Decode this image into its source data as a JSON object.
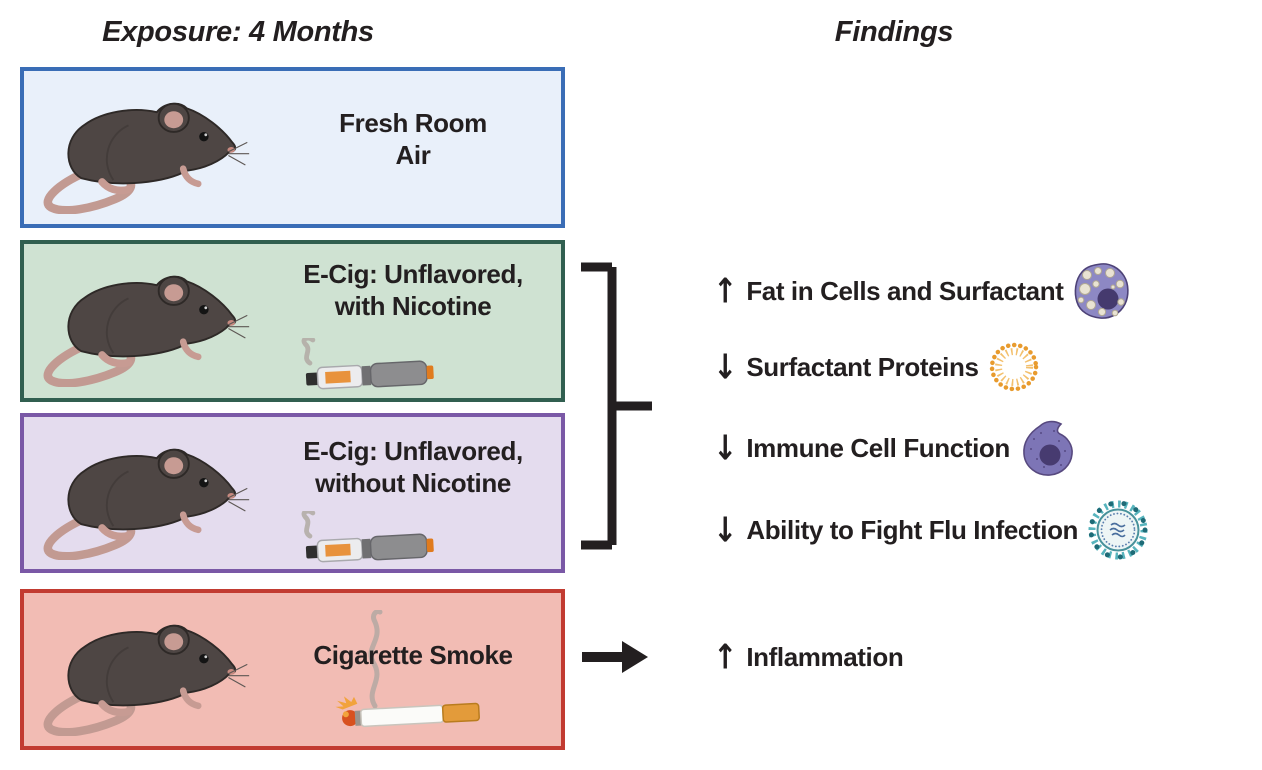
{
  "header": {
    "exposure_title": "Exposure: 4 Months",
    "findings_title": "Findings"
  },
  "exposure_groups": [
    {
      "id": "fresh-room-air",
      "line1": "Fresh Room",
      "line2": "Air",
      "animal": "mouse",
      "exposure_icon": "none"
    },
    {
      "id": "ecig-with-nicotine",
      "line1": "E-Cig: Unflavored,",
      "line2": "with Nicotine",
      "animal": "mouse",
      "exposure_icon": "e-cigarette"
    },
    {
      "id": "ecig-without-nicotine",
      "line1": "E-Cig: Unflavored,",
      "line2": "without Nicotine",
      "animal": "mouse",
      "exposure_icon": "e-cigarette"
    },
    {
      "id": "cigarette-smoke",
      "line1": "Cigarette Smoke",
      "line2": "",
      "animal": "mouse",
      "exposure_icon": "cigarette"
    }
  ],
  "ecig_findings": [
    {
      "arrow": "↑",
      "direction": "increase",
      "text": "Fat in Cells and Surfactant",
      "icon": "foamy-macrophage-icon"
    },
    {
      "arrow": "↓",
      "direction": "decrease",
      "text": "Surfactant Proteins",
      "icon": "surfactant-micelle-icon"
    },
    {
      "arrow": "↓",
      "direction": "decrease",
      "text": "Immune Cell Function",
      "icon": "immune-cell-icon"
    },
    {
      "arrow": "↓",
      "direction": "decrease",
      "text": "Ability to Fight Flu Infection",
      "icon": "flu-virus-icon"
    }
  ],
  "smoke_findings": [
    {
      "arrow": "↑",
      "direction": "increase",
      "text": "Inflammation",
      "icon": "none"
    }
  ],
  "colors": {
    "fresh_air_border": "#3a6db6",
    "fresh_air_fill": "#e9f0fa",
    "ecig_nicotine_border": "#315f50",
    "ecig_nicotine_fill": "#cfe2d2",
    "ecig_no_nicotine_border": "#7a58a6",
    "ecig_no_nicotine_fill": "#e4dcee",
    "cigarette_border": "#c23b31",
    "cigarette_fill": "#f2bcb4",
    "connector": "#231f20",
    "text": "#231f20",
    "macrophage_purple": "#8d88c4",
    "micelle_orange": "#e89b2e",
    "virus_teal": "#57b4bd"
  }
}
